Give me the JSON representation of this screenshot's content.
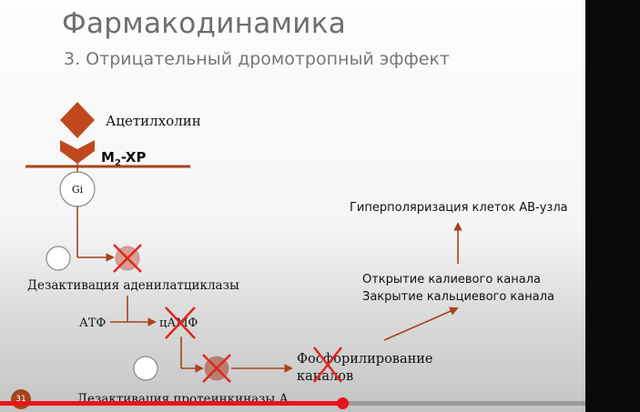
{
  "slide": {
    "title": "Фармакодинамика",
    "subtitle": "3. Отрицательный дромотропный эффект",
    "page_number": "31"
  },
  "diagram": {
    "ligand": "Ацетилхолин",
    "receptor_main": "M",
    "receptor_sub": "2",
    "receptor_suffix": "-XP",
    "g_protein": "Gi",
    "deactivation_ac": "Дезактивация аденилатциклазы",
    "atp": "АТФ",
    "camp": "цАМФ",
    "phosphorylation_line1": "Фосфорилирование",
    "phosphorylation_line2": "каналов",
    "deactivation_pka": "Дезактивация протеинкиназы А",
    "channels_line1": "Открытие калиевого канала",
    "channels_line2": "Закрытие кальциевого канала",
    "hyperpolarization": "Гиперполяризация клеток АВ-узла"
  },
  "colors": {
    "arrow": "#a8421c",
    "cross": "#e0281e",
    "ligand": "#c0481e"
  },
  "player": {
    "progress": 0.585
  }
}
